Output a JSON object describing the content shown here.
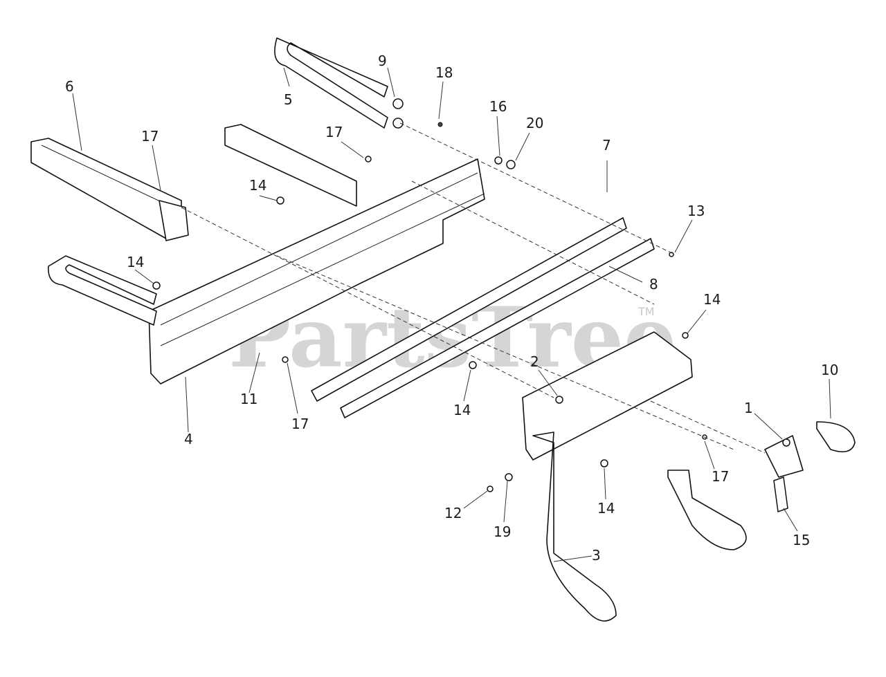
{
  "watermark": {
    "text": "PartsTree",
    "trademark": "TM"
  },
  "callouts": [
    {
      "label": "6"
    },
    {
      "label": "17"
    },
    {
      "label": "5"
    },
    {
      "label": "9"
    },
    {
      "label": "18"
    },
    {
      "label": "16"
    },
    {
      "label": "20"
    },
    {
      "label": "17"
    },
    {
      "label": "7"
    },
    {
      "label": "14"
    },
    {
      "label": "13"
    },
    {
      "label": "14"
    },
    {
      "label": "8"
    },
    {
      "label": "14"
    },
    {
      "label": "11"
    },
    {
      "label": "17"
    },
    {
      "label": "4"
    },
    {
      "label": "2"
    },
    {
      "label": "14"
    },
    {
      "label": "10"
    },
    {
      "label": "1"
    },
    {
      "label": "17"
    },
    {
      "label": "12"
    },
    {
      "label": "19"
    },
    {
      "label": "14"
    },
    {
      "label": "15"
    },
    {
      "label": "3"
    }
  ]
}
